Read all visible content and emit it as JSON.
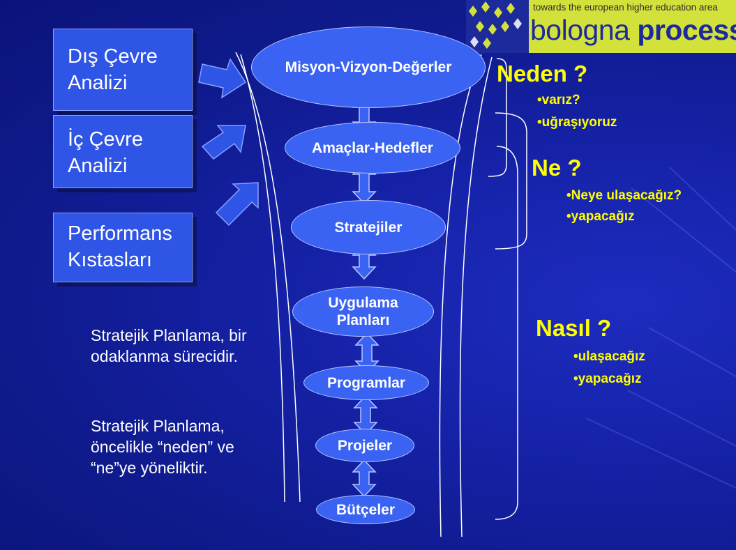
{
  "logo": {
    "tagline": "towards the european higher education area",
    "name_light": "bologna",
    "name_bold": "process"
  },
  "inputs": [
    {
      "lines": [
        "Dış Çevre",
        "Analizi"
      ]
    },
    {
      "lines": [
        "İç Çevre",
        "Analizi"
      ]
    },
    {
      "lines": [
        "Performans",
        "Kıstasları"
      ]
    }
  ],
  "funnel": [
    {
      "label": "Misyon-Vizyon-Değerler"
    },
    {
      "label": "Amaçlar-Hedefler"
    },
    {
      "label": "Stratejiler"
    },
    {
      "label": "Uygulama Planları"
    },
    {
      "label": "Programlar"
    },
    {
      "label": "Projeler"
    },
    {
      "label": "Bütçeler"
    }
  ],
  "questions": [
    {
      "title": "Neden ?",
      "items": [
        "•varız?",
        "•uğraşıyoruz"
      ]
    },
    {
      "title": "Ne ?",
      "items": [
        "•Neye ulaşacağız?",
        "•yapacağız"
      ]
    },
    {
      "title": "Nasıl ?",
      "items": [
        "•ulaşacağız",
        "•yapacağız"
      ]
    }
  ],
  "notes": [
    "Stratejik Planlama, bir odaklanma sürecidir.",
    "Stratejik Planlama, öncelikle “neden” ve “ne”ye yöneliktir."
  ],
  "colors": {
    "background": "#1522a8",
    "box": "#2f55e6",
    "ellipse": "#3a63f3",
    "question_text": "#ffff00",
    "logo_bg": "#d3e23a",
    "logo_text": "#1d2a9c"
  }
}
